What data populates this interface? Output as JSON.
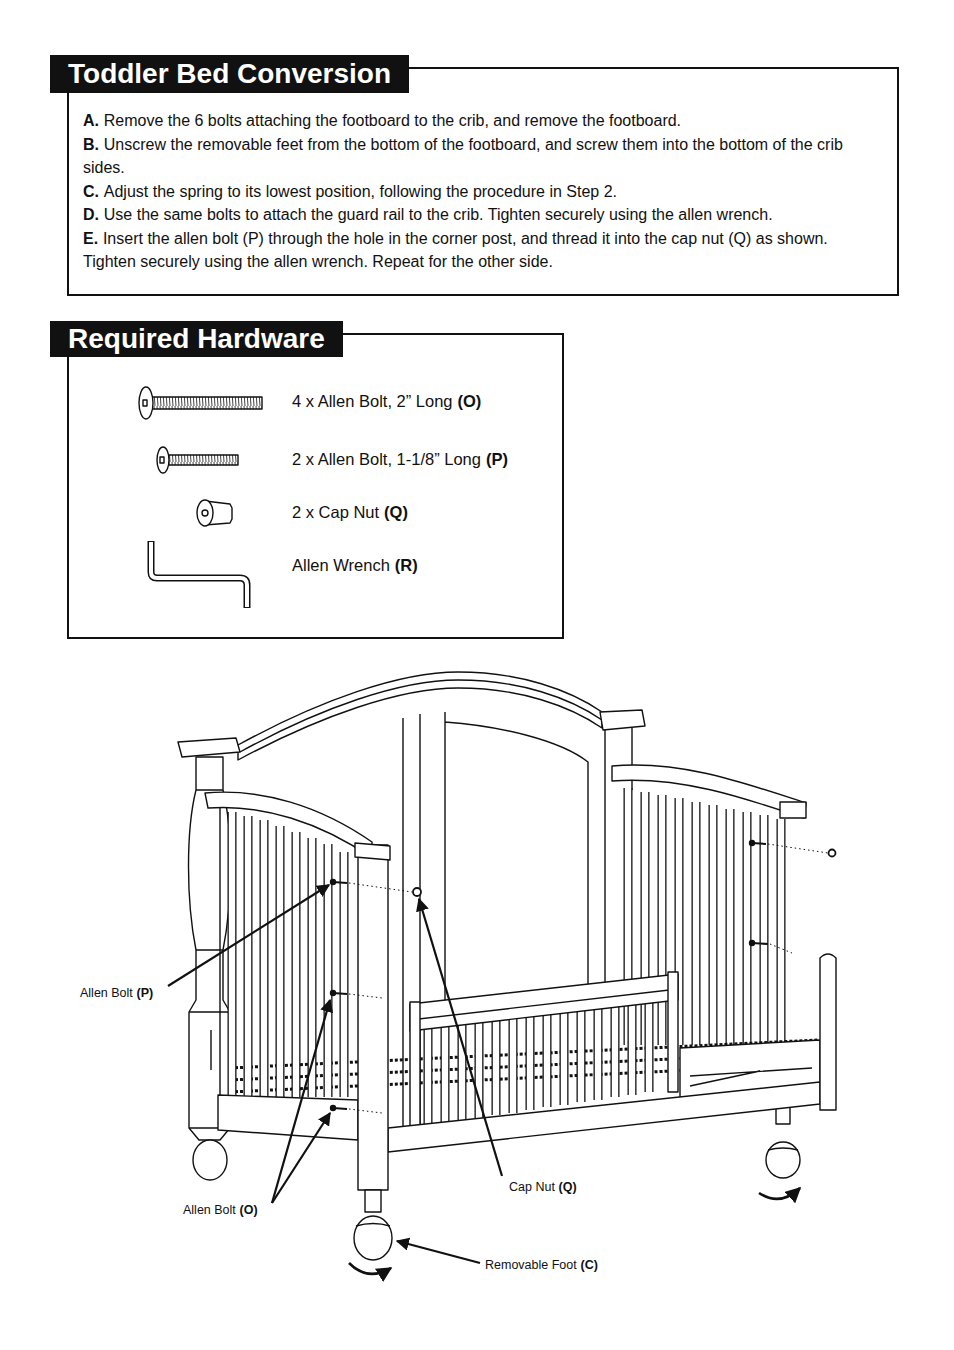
{
  "diagram": {
    "nodes": [
      {
        "text": [
          "Toddler Bed Conversion",
          "A.",
          "Remove the 6 bolts attaching the footboard to the crib, and remove the footboard.",
          "B.",
          "Unscrew the removable feet from the bottom of the footboard, and screw them into the bottom of the crib sides.",
          "C.",
          "Adjust the spring to its lowest position, following the procedure in Step 2.",
          "D.",
          "Use the same bolts to attach the guard rail to the crib. Tighten securely using the allen wrench.",
          "E.",
          "Insert the allen bolt (P) through the hole in the corner post, and thread it into the cap nut (Q) as shown. Tighten securely using the allen wrench. Repeat for the other side."
        ]
      },
      {
        "text": [
          "Required Hardware",
          "4 x Allen Bolt, 2” Long",
          "(O)",
          "2 x Allen Bolt, 1-1/8” Long",
          "(P)",
          "2 x Cap Nut",
          "(Q)",
          "Allen Wrench",
          "(R)"
        ]
      }
    ],
    "labels": [
      "Allen Bolt",
      "(P)",
      "Cap Nut",
      "(Q)",
      "Allen Bolt",
      "(O)",
      "Removable Foot",
      "(C)"
    ]
  }
}
